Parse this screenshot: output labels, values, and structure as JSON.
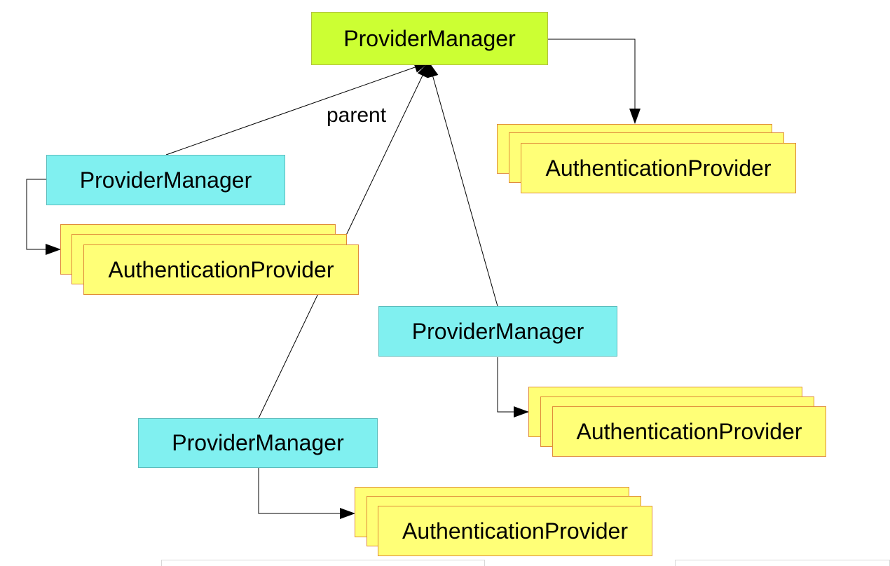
{
  "diagram": {
    "root": {
      "label": "ProviderManager"
    },
    "children": [
      {
        "manager_label": "ProviderManager",
        "provider_label": "AuthenticationProvider"
      },
      {
        "manager_label": "ProviderManager",
        "provider_label": "AuthenticationProvider"
      },
      {
        "manager_label": "ProviderManager",
        "provider_label": "AuthenticationProvider"
      }
    ],
    "root_provider_label": "AuthenticationProvider",
    "parent_edge_label": "parent"
  },
  "colors": {
    "root_fill": "#ccff33",
    "manager_fill": "#80f0f0",
    "provider_fill": "#ffff77",
    "provider_border": "#e08c3a"
  }
}
